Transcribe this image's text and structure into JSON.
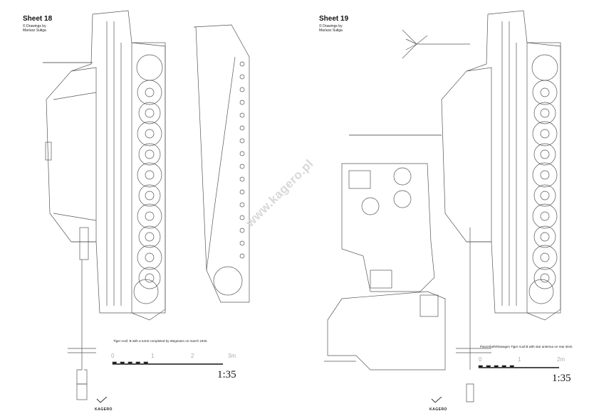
{
  "left_sheet": {
    "title": "Sheet 18",
    "credit_line1": "© Drawings by",
    "credit_line2": "Mariusz Sułiga",
    "caption": "Tiger Ausf. B with a turret completed by Wegmann on march 1945.",
    "scale_ticks": [
      "0",
      "1",
      "2",
      "3m"
    ],
    "scale_ratio": "1:35",
    "logo": "KAGERO"
  },
  "right_sheet": {
    "title": "Sheet 19",
    "credit_line1": "© Drawings by",
    "credit_line2": "Mariusz Sułiga",
    "caption": "Panzerbefehlswagen Tiger Ausf.B with star antenna on rear deck.",
    "scale_ticks": [
      "0",
      "1",
      "2m"
    ],
    "scale_ratio": "1:35",
    "logo": "KAGERO"
  },
  "watermark": "www.kagero.pl"
}
